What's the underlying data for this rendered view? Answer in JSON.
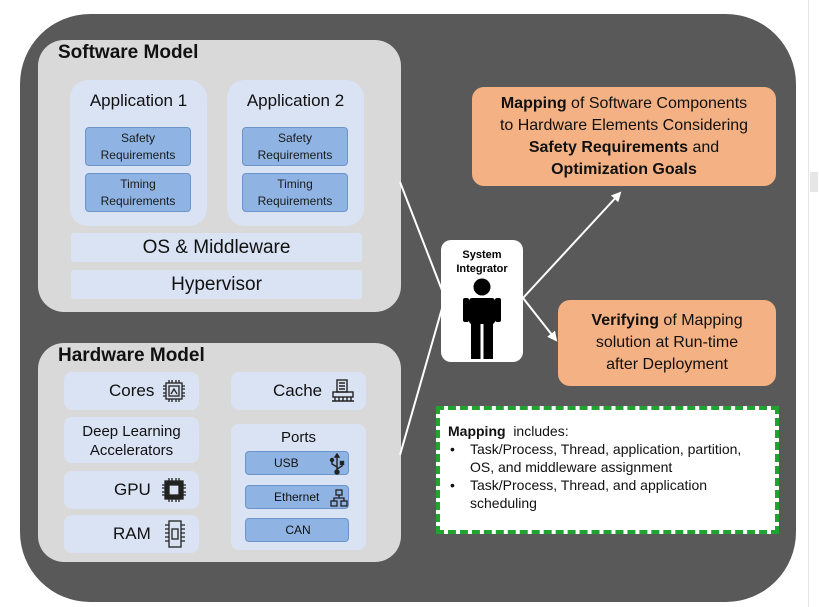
{
  "software": {
    "title": "Software Model",
    "apps": [
      {
        "title": "Application 1",
        "safety": "Safety\nRequirements",
        "timing": "Timing\nRequirements"
      },
      {
        "title": "Application 2",
        "safety": "Safety\nRequirements",
        "timing": "Timing\nRequirements"
      }
    ],
    "os": "OS & Middleware",
    "hypervisor": "Hypervisor"
  },
  "hardware": {
    "title": "Hardware Model",
    "cores": "Cores",
    "cache": "Cache",
    "dla": "Deep Learning\nAccelerators",
    "gpu": "GPU",
    "ram": "RAM",
    "ports": {
      "title": "Ports",
      "usb": "USB",
      "ethernet": "Ethernet",
      "can": "CAN"
    }
  },
  "integrator": {
    "label_line1": "System",
    "label_line2": "Integrator"
  },
  "mapping_goal": {
    "b1": "Mapping",
    "t1": " of Software Components",
    "t2": "to Hardware Elements Considering",
    "b2": "Safety Requirements",
    "t3": " and",
    "b3": "Optimization Goals"
  },
  "verifying": {
    "b1": "Verifying",
    "t1": " of Mapping",
    "t2": "solution at Run-time",
    "t3": "after Deployment"
  },
  "mapping_note": {
    "title_bold": "Mapping",
    "title_rest": "  includes:",
    "items": [
      "Task/Process, Thread, application, partition, OS, and middleware assignment",
      "Task/Process, Thread, and application scheduling"
    ]
  },
  "colors": {
    "background": "#595959",
    "panel": "#d9d9d9",
    "light_blue": "#dae3f3",
    "blue": "#8fb4e3",
    "orange": "#f4b183",
    "dash_green": "#21a331"
  },
  "icons": [
    "cpu-chip-icon",
    "cache-icon",
    "gpu-icon",
    "ram-icon",
    "usb-icon",
    "ethernet-icon",
    "person-icon"
  ]
}
